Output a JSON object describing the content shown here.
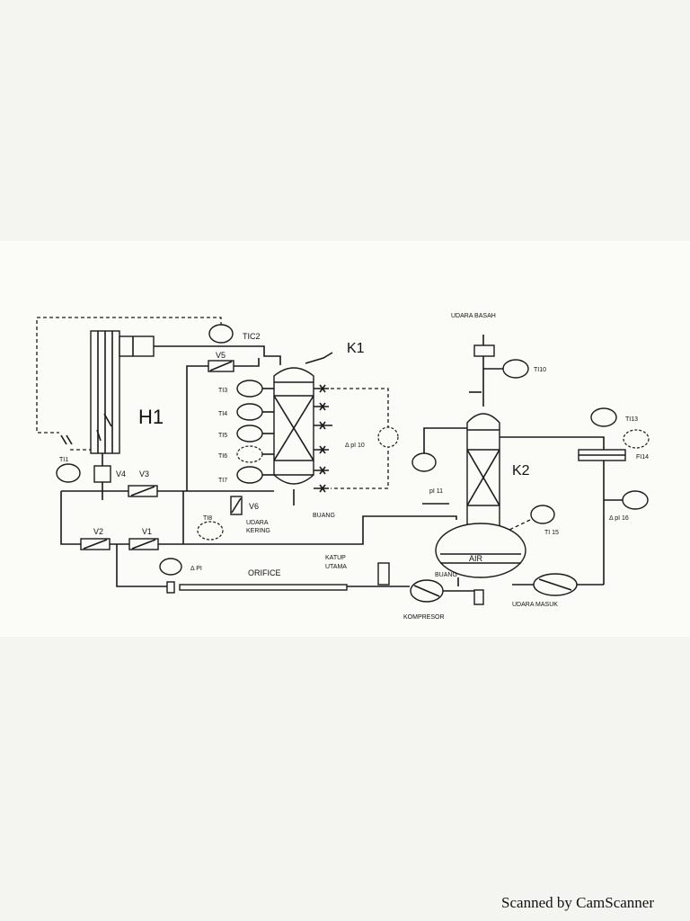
{
  "equipment": {
    "h1": "H1",
    "k1": "K1",
    "k2": "K2"
  },
  "valves": {
    "v1": "V1",
    "v2": "V2",
    "v3": "V3",
    "v4": "V4",
    "v5": "V5",
    "v6": "V6"
  },
  "instruments": {
    "ti1": "TI1",
    "tic2": "TIC2",
    "ti3": "TI3",
    "ti4": "TI4",
    "ti5": "TI5",
    "ti6": "TI6",
    "ti7": "TI7",
    "ti8": "TI8",
    "ti10": "TI10",
    "ti13": "TI13",
    "ti15": "TI 15",
    "fi14": "FI14",
    "dpi10": "Δ pI 10",
    "pi11": "pI 11",
    "dpi16": "Δ pI 16",
    "dpi1": "Δ PI"
  },
  "labels": {
    "udara_basah": "UDARA BASAH",
    "udara_kering_1": "UDARA",
    "udara_kering_2": "KERING",
    "buang_1": "BUANG",
    "buang_2": "BUANG",
    "katup_1": "KATUP",
    "katup_2": "UTAMA",
    "orifice": "ORIFICE",
    "air": "AIR",
    "kompresor": "KOMPRESOR",
    "udara_masuk": "UDARA MASUK"
  },
  "footer": "Scanned by CamScanner"
}
